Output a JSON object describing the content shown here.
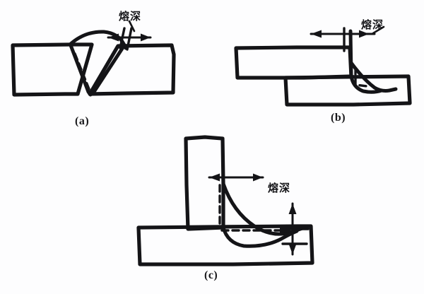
{
  "figure": {
    "background_color": "#fdfdfe",
    "ink_color": "#141417",
    "title": "",
    "panels": [
      {
        "id": "a",
        "caption": "(a)",
        "joint_type": "butt-joint-v-groove",
        "dimension_label": "熔深",
        "dimension_orientation": "horizontal"
      },
      {
        "id": "b",
        "caption": "(b)",
        "joint_type": "lap-joint-fillet",
        "dimension_label": "熔深",
        "dimension_orientation": "horizontal"
      },
      {
        "id": "c",
        "caption": "(c)",
        "joint_type": "tee-joint-fillet",
        "dimension_label": "熔深",
        "dimension_label_secondary": "熔深",
        "dimension_orientation": "horizontal-and-vertical"
      }
    ]
  },
  "labels": {
    "depth_a": "熔深",
    "depth_b": "熔深",
    "depth_c": "熔深",
    "caption_a": "(a)",
    "caption_b": "(b)",
    "caption_c": "(c)"
  }
}
